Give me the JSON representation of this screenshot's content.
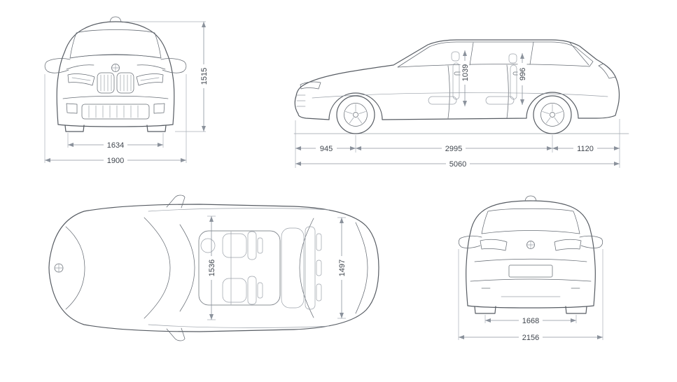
{
  "front_view": {
    "overall_height": "1515",
    "front_track": "1634",
    "overall_width": "1900"
  },
  "side_view": {
    "interior_height_front": "1039",
    "interior_height_rear": "996",
    "front_overhang": "945",
    "wheelbase": "2995",
    "rear_overhang": "1120",
    "overall_length": "5060"
  },
  "top_view": {
    "interior_width_front": "1536",
    "interior_width_rear": "1497"
  },
  "rear_view": {
    "rear_track": "1668",
    "width_incl_mirrors": "2156"
  },
  "icons": {
    "brand_badge": "bmw-roundel"
  },
  "colors": {
    "car_line": "#575c63",
    "dimension_line": "#8b929c",
    "label_text": "#3f454d",
    "background": "#ffffff"
  }
}
